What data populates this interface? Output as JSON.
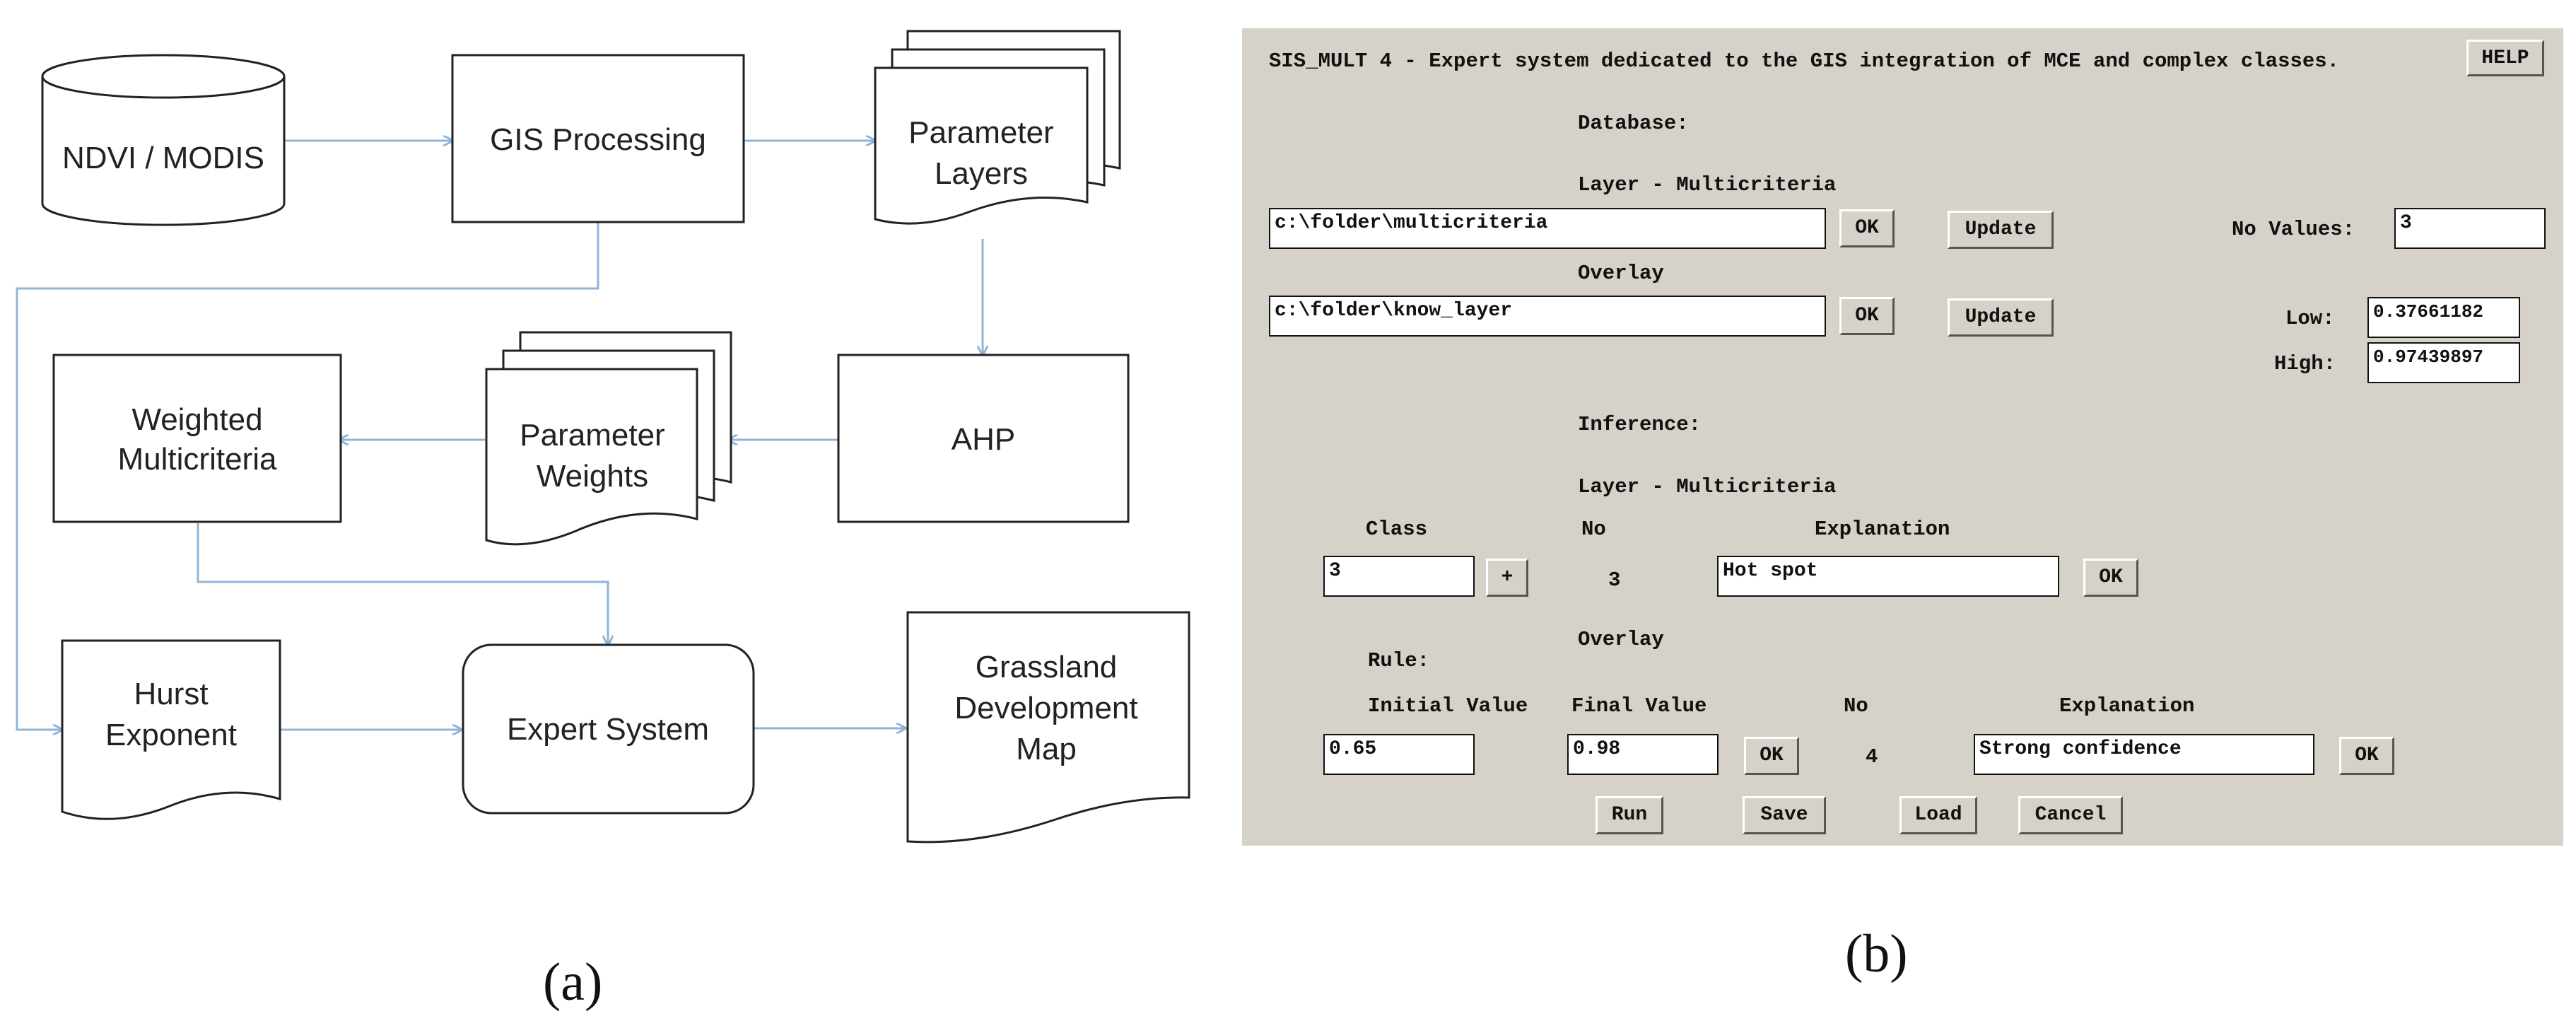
{
  "flowchart": {
    "nodes": {
      "ndvi": "NDVI / MODIS",
      "gis": "GIS Processing",
      "param_layers": [
        "Parameter",
        "Layers"
      ],
      "ahp": "AHP",
      "param_weights": [
        "Parameter",
        "Weights"
      ],
      "weighted": [
        "Weighted",
        "Multicriteria"
      ],
      "hurst": [
        "Hurst",
        "Exponent"
      ],
      "expert": "Expert System",
      "grassland": [
        "Grassland",
        "Development",
        "Map"
      ]
    },
    "caption": "(a)"
  },
  "ui": {
    "title": "SIS_MULT 4 - Expert system dedicated to the GIS integration of MCE and complex classes.",
    "help_button": "HELP",
    "database_label": "Database:",
    "layer_multicriteria_label": "Layer - Multicriteria",
    "multicriteria_path": "c:\\folder\\multicriteria",
    "ok_label": "OK",
    "update_label": "Update",
    "no_values_label": "No Values:",
    "no_values": "3",
    "overlay_label": "Overlay",
    "overlay_path": "c:\\folder\\know_layer",
    "low_label": "Low:",
    "low_value": "0.37661182",
    "high_label": "High:",
    "high_value": "0.97439897",
    "inference_label": "Inference:",
    "inference_layer_label": "Layer - Multicriteria",
    "class_header": "Class",
    "no_header": "No",
    "explanation_header": "Explanation",
    "class_value": "3",
    "plus_label": "+",
    "class_no": "3",
    "class_explanation": "Hot spot",
    "overlay_section_label": "Overlay",
    "rule_label": "Rule:",
    "initial_value_header": "Initial Value",
    "final_value_header": "Final Value",
    "rule_no_header": "No",
    "rule_explanation_header": "Explanation",
    "initial_value": "0.65",
    "final_value": "0.98",
    "rule_no": "4",
    "rule_explanation": "Strong confidence",
    "run_label": "Run",
    "save_label": "Save",
    "load_label": "Load",
    "cancel_label": "Cancel",
    "caption": "(b)"
  }
}
